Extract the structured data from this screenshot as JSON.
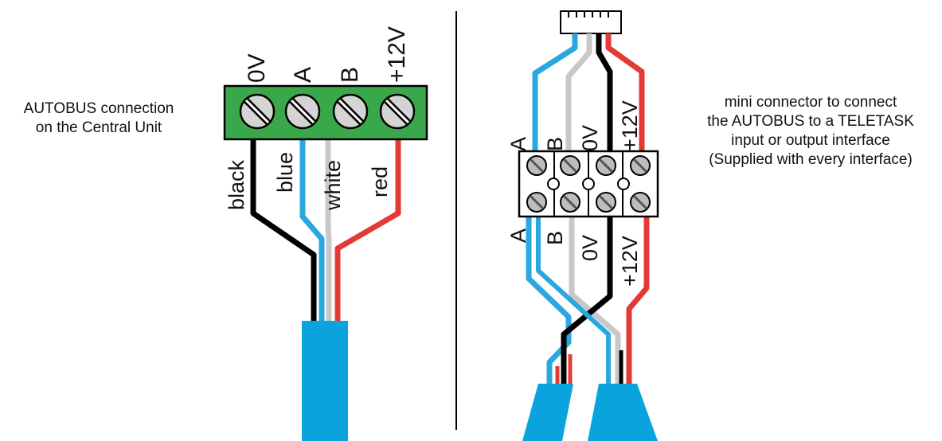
{
  "left_caption": [
    "AUTOBUS connection",
    "on the Central Unit"
  ],
  "right_caption": [
    "mini connector to connect",
    "the AUTOBUS to a TELETASK",
    "input or output interface",
    "(Supplied with every interface)"
  ],
  "terminal_labels": [
    "0V",
    "A",
    "B",
    "+12V"
  ],
  "wire_colors_labels": [
    "black",
    "blue",
    "white",
    "red"
  ],
  "connector_top_labels": [
    "A",
    "B",
    "0V",
    "+12V"
  ],
  "connector_bottom_labels": [
    "A",
    "B",
    "0V",
    "+12V"
  ],
  "colors": {
    "black": "#000000",
    "blue": "#2aa7df",
    "white": "#c8c8c8",
    "red": "#e53935",
    "cable": "#0aa3de",
    "terminal_block": "#3aa84a"
  }
}
